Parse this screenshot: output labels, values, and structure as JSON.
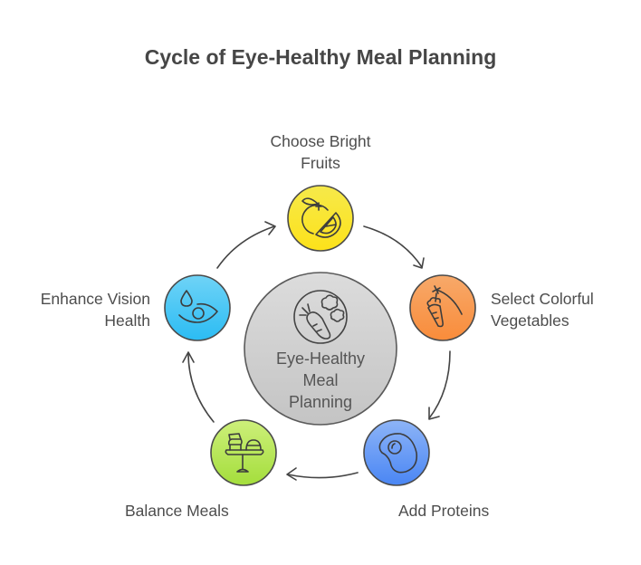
{
  "title": "Cycle of Eye-Healthy Meal Planning",
  "center": {
    "label_lines": [
      "Eye-Healthy",
      "Meal",
      "Planning"
    ],
    "icon": "carrot-broccoli-plate-icon",
    "color": "#d4d4d4"
  },
  "steps": [
    {
      "label_lines": [
        "Choose Bright",
        "Fruits"
      ],
      "icon": "orange-lemon-icon",
      "color_top": "#f6e94a",
      "color_bottom": "#fde21a"
    },
    {
      "label_lines": [
        "Select Colorful",
        "Vegetables"
      ],
      "icon": "carrot-icon",
      "color_top": "#f7a96a",
      "color_bottom": "#f98c3a"
    },
    {
      "label_lines": [
        "Add Proteins"
      ],
      "icon": "fried-egg-icon",
      "color_top": "#8db4f7",
      "color_bottom": "#4a86f4"
    },
    {
      "label_lines": [
        "Balance Meals"
      ],
      "icon": "food-stand-icon",
      "color_top": "#cdef7a",
      "color_bottom": "#a4de3c"
    },
    {
      "label_lines": [
        "Enhance Vision",
        "Health"
      ],
      "icon": "eye-drop-icon",
      "color_top": "#6fd3f6",
      "color_bottom": "#2bbcf4"
    }
  ]
}
